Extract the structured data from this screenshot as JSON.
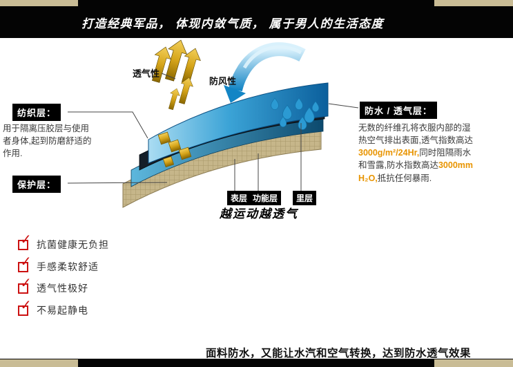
{
  "banner": {
    "text": "打造经典军品， 体现内敛气质， 属于男人的生活态度"
  },
  "diagram": {
    "breathability_label": "透气性",
    "windproof_label": "防风性",
    "textile_layer": {
      "title": "纺织层：",
      "desc": "用于隔离压胶层与使用者身体,起到防磨舒适的作用."
    },
    "protect_layer": {
      "title": "保护层："
    },
    "waterproof_layer": {
      "title": "防水 / 透气层：",
      "seg1": "无数的纤维孔将衣服内部的湿热空气排出表面,透气指数高达",
      "seg2": "3000g/m²/24Hr,",
      "seg3": "同时阻隔雨水和雪露,防水指数高达",
      "seg4": "3000mm H₂O,",
      "seg5": "抵抗任何暴雨."
    },
    "layer_tags": {
      "surface": "表层",
      "functional": "功能层",
      "inner": "里层"
    },
    "slogan": "越运动越透气"
  },
  "checklist": {
    "check_icon": "✓",
    "items": [
      "抗菌健康无负担",
      "手感柔软舒适",
      "透气性极好",
      "不易起静电"
    ]
  },
  "footer": {
    "text": "面料防水，又能让水汽和空气转换，达到防水透气效果"
  },
  "colors": {
    "banner_bg": "#040404",
    "corner_tan": "#c9bc95",
    "check_red": "#cc1111",
    "highlight_orange": "#e89400",
    "gold_arrow": "#d6a51a",
    "top_sheet_blue": "#2f9fd6",
    "khaki_layer": "#c6b68a"
  }
}
